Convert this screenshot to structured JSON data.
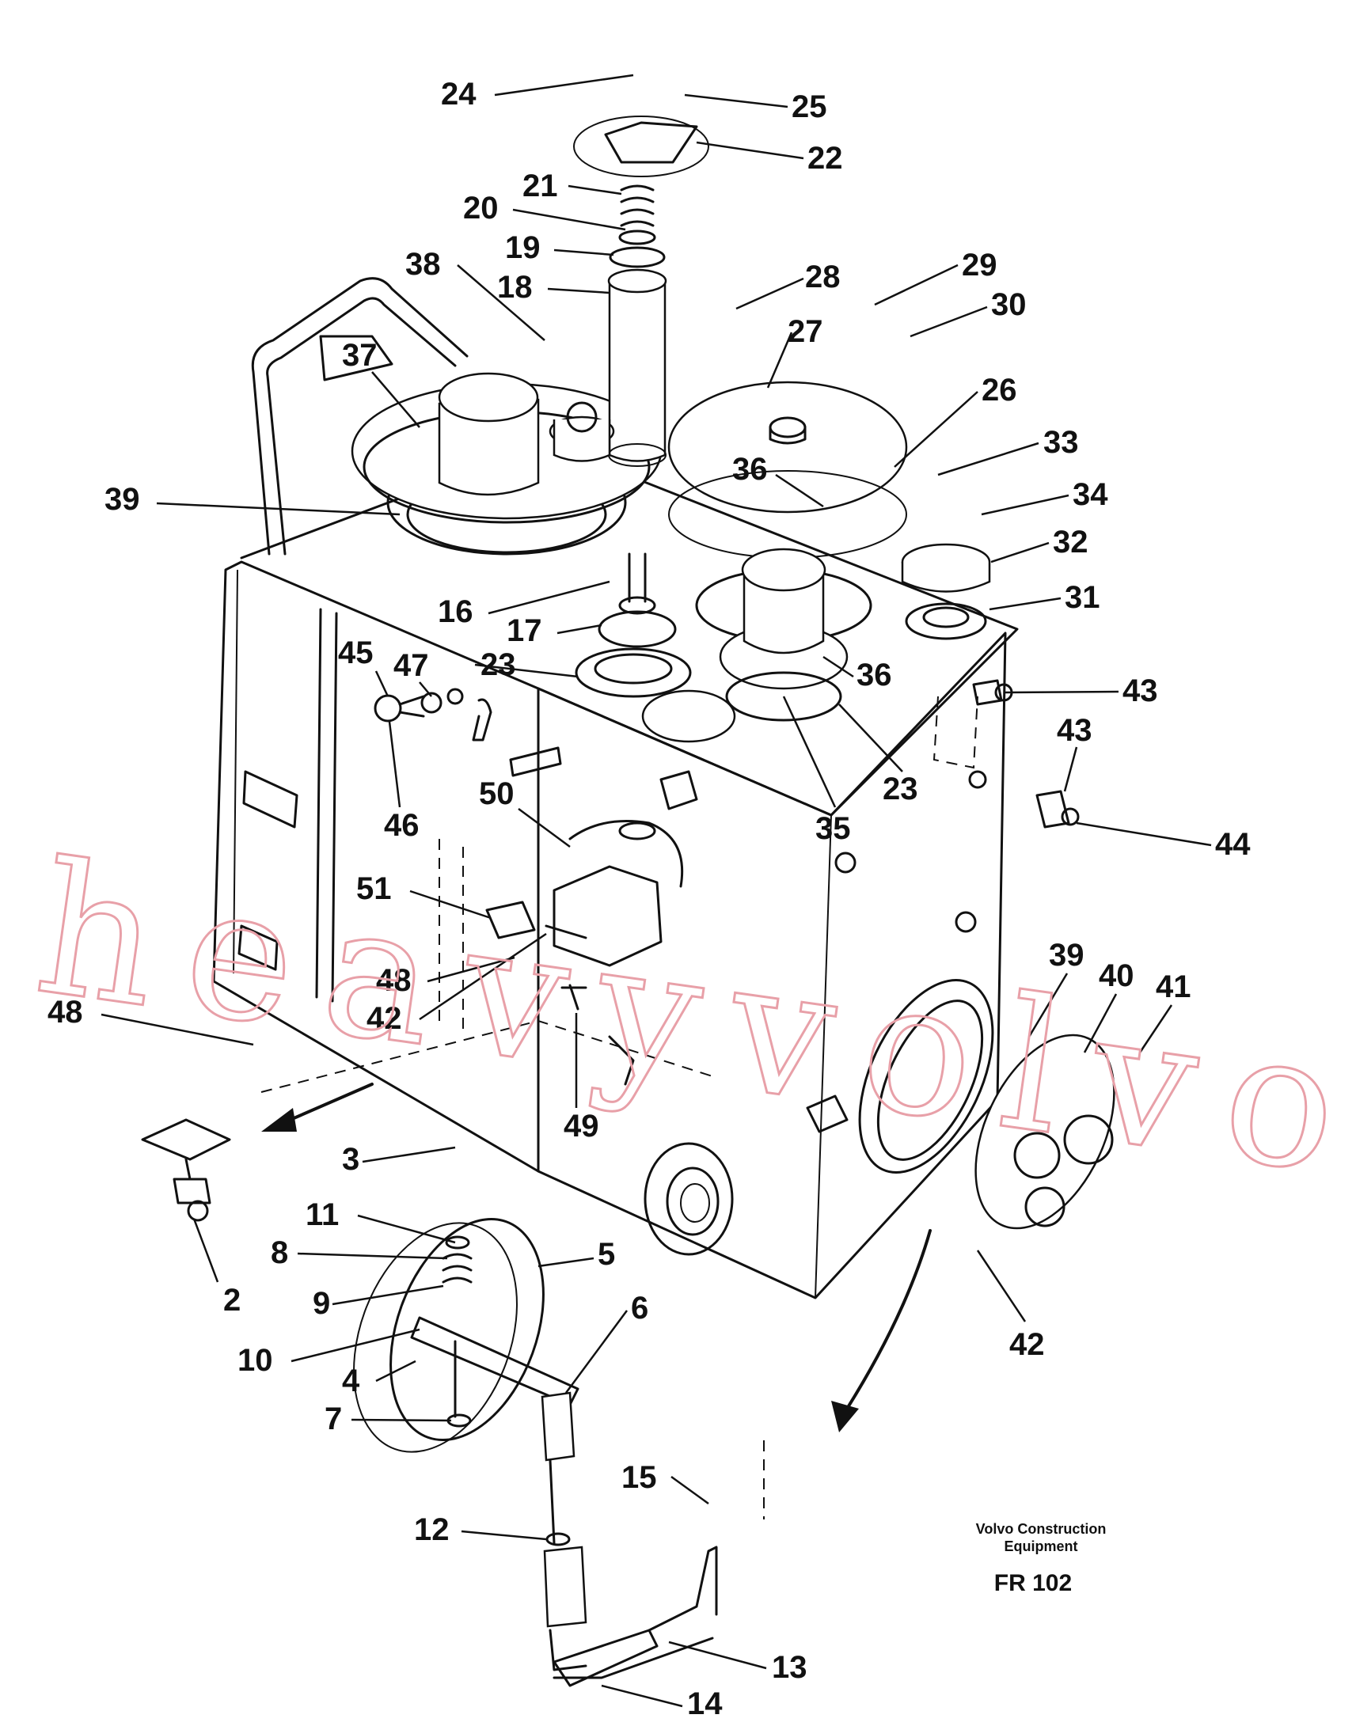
{
  "callouts": {
    "c24": "24",
    "c25": "25",
    "c22": "22",
    "c21": "21",
    "c20": "20",
    "c19": "19",
    "c18": "18",
    "c38": "38",
    "c28": "28",
    "c29": "29",
    "c30": "30",
    "c27": "27",
    "c37": "37",
    "c26": "26",
    "c33": "33",
    "c36a": "36",
    "c39a": "39",
    "c34": "34",
    "c32": "32",
    "c31": "31",
    "c16": "16",
    "c17": "17",
    "c23a": "23",
    "c45": "45",
    "c47": "47",
    "c36b": "36",
    "c43a": "43",
    "c43b": "43",
    "c23b": "23",
    "c46": "46",
    "c50": "50",
    "c35": "35",
    "c44": "44",
    "c51": "51",
    "c48a": "48",
    "c42a": "42",
    "c39b": "39",
    "c40": "40",
    "c41": "41",
    "c48b": "48",
    "c49": "49",
    "c3": "3",
    "c11": "11",
    "c5": "5",
    "c8": "8",
    "c9": "9",
    "c2": "2",
    "c6": "6",
    "c10": "10",
    "c4": "4",
    "c42b": "42",
    "c7": "7",
    "c15": "15",
    "c12": "12",
    "c13": "13",
    "c14": "14"
  },
  "credit": {
    "line1": "Volvo Construction",
    "line2": "Equipment",
    "figure_code": "FR 102"
  },
  "watermark": "heavyvolvo.com"
}
